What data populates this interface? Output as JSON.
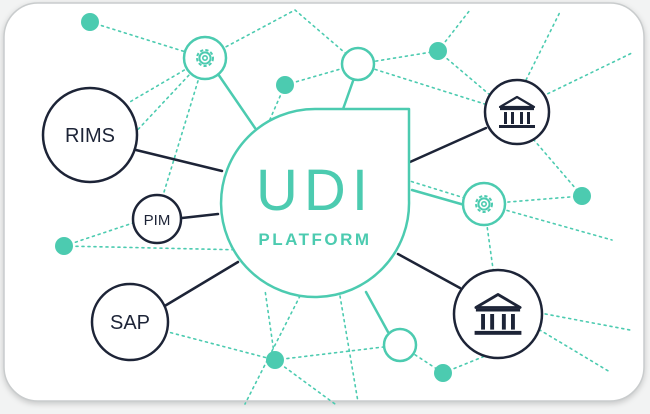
{
  "center": {
    "title": "UDI",
    "subtitle": "PLATFORM"
  },
  "nodes": {
    "rims": "RIMS",
    "pim": "PIM",
    "sap": "SAP"
  },
  "colors": {
    "teal": "#4ccbb0",
    "navy": "#1d2437",
    "card": "#ffffff",
    "background": "#f2f3f3"
  },
  "icons": [
    "gear-icon",
    "bank-icon"
  ]
}
